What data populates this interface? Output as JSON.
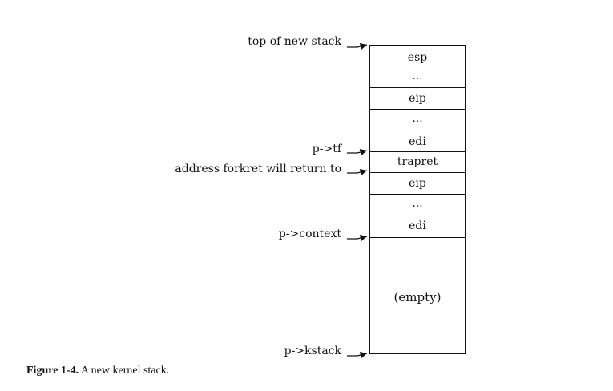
{
  "stack_cells": [
    {
      "label": "esp"
    },
    {
      "label": "..."
    },
    {
      "label": "eip"
    },
    {
      "label": "..."
    },
    {
      "label": "edi"
    },
    {
      "label": "trapret"
    },
    {
      "label": "eip"
    },
    {
      "label": "..."
    },
    {
      "label": "edi"
    },
    {
      "label": "(empty)"
    }
  ],
  "pointers": [
    {
      "label": "top of new stack"
    },
    {
      "label": "p->tf"
    },
    {
      "label": "address forkret will return to"
    },
    {
      "label": "p->context"
    },
    {
      "label": "p->kstack"
    }
  ],
  "caption": {
    "figure": "Figure 1-4.",
    "text": "A new kernel stack."
  }
}
